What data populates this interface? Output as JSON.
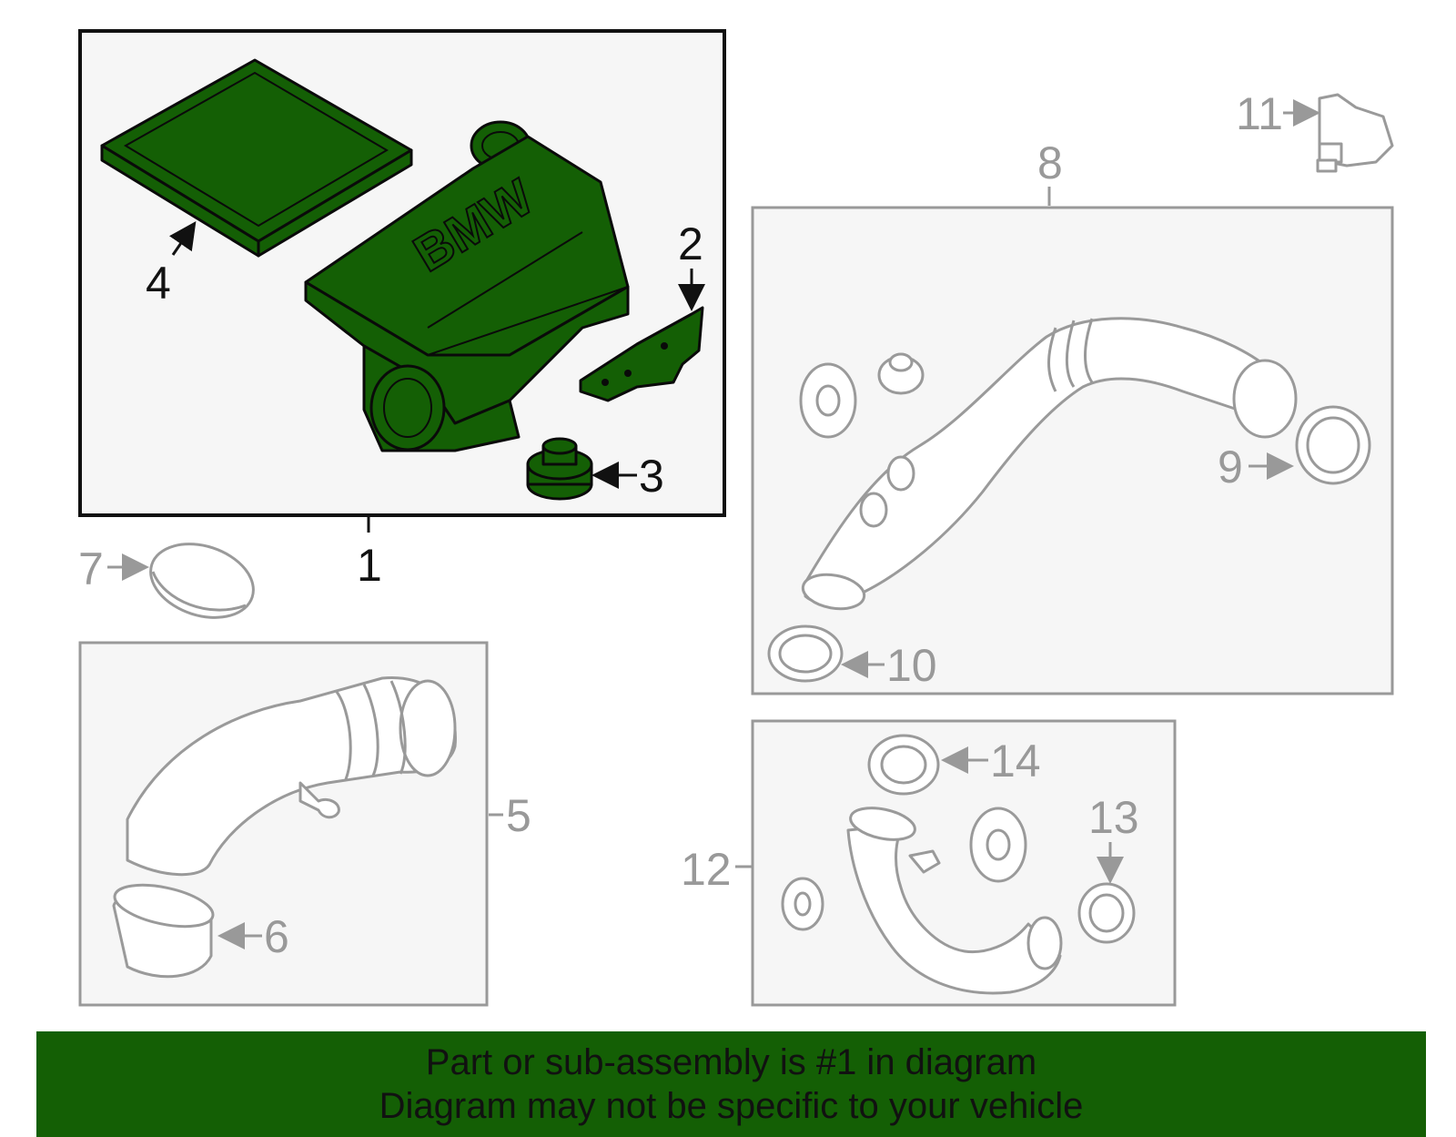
{
  "callouts": {
    "c1": "1",
    "c2": "2",
    "c3": "3",
    "c4": "4",
    "c5": "5",
    "c6": "6",
    "c7": "7",
    "c8": "8",
    "c9": "9",
    "c10": "10",
    "c11": "11",
    "c12": "12",
    "c13": "13",
    "c14": "14"
  },
  "logo_text": "BMW",
  "footer": {
    "line1": "Part or sub-assembly is #1 in diagram",
    "line2": "Diagram may not be specific to your vehicle"
  },
  "colors": {
    "highlight": "#145f05",
    "outline_gray": "#999999",
    "panel_gray": "#f6f6f6"
  }
}
